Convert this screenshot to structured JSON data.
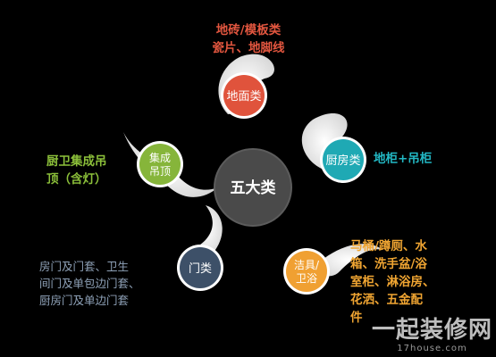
{
  "center": {
    "label": "五大类",
    "color": "#4a4a4a"
  },
  "categories": [
    {
      "id": "floor",
      "node_label": "地面类",
      "node_color": "#e0533c",
      "description_lines": [
        "地砖/模板类",
        "瓷片、地脚线"
      ],
      "text_color": "#e2563f"
    },
    {
      "id": "kitchen",
      "node_label": "厨房类",
      "node_color": "#1fa9b4",
      "description_lines": [
        "地柜+吊柜"
      ],
      "text_color": "#22b8c4"
    },
    {
      "id": "bath",
      "node_label": "洁具/卫浴",
      "node_color": "#f0a032",
      "description_lines": [
        "马桶/蹲厕、水",
        "箱、洗手盆/浴",
        "室柜、淋浴房、",
        "花洒、五金配",
        "件"
      ],
      "text_color": "#f0a532"
    },
    {
      "id": "door",
      "node_label": "门类",
      "node_color": "#3d5068",
      "description_lines": [
        "房门及门套、卫生",
        "间门及单包边门套、",
        "厨房门及单边门套"
      ],
      "text_color": "#8fa2b8"
    },
    {
      "id": "ceiling",
      "node_label": "集成吊顶",
      "node_color": "#86b53a",
      "description_lines": [
        "厨卫集成吊",
        "顶（含灯）"
      ],
      "text_color": "#8cc03a"
    }
  ],
  "watermark": {
    "main": "一起装修网",
    "sub": "17house.com"
  }
}
